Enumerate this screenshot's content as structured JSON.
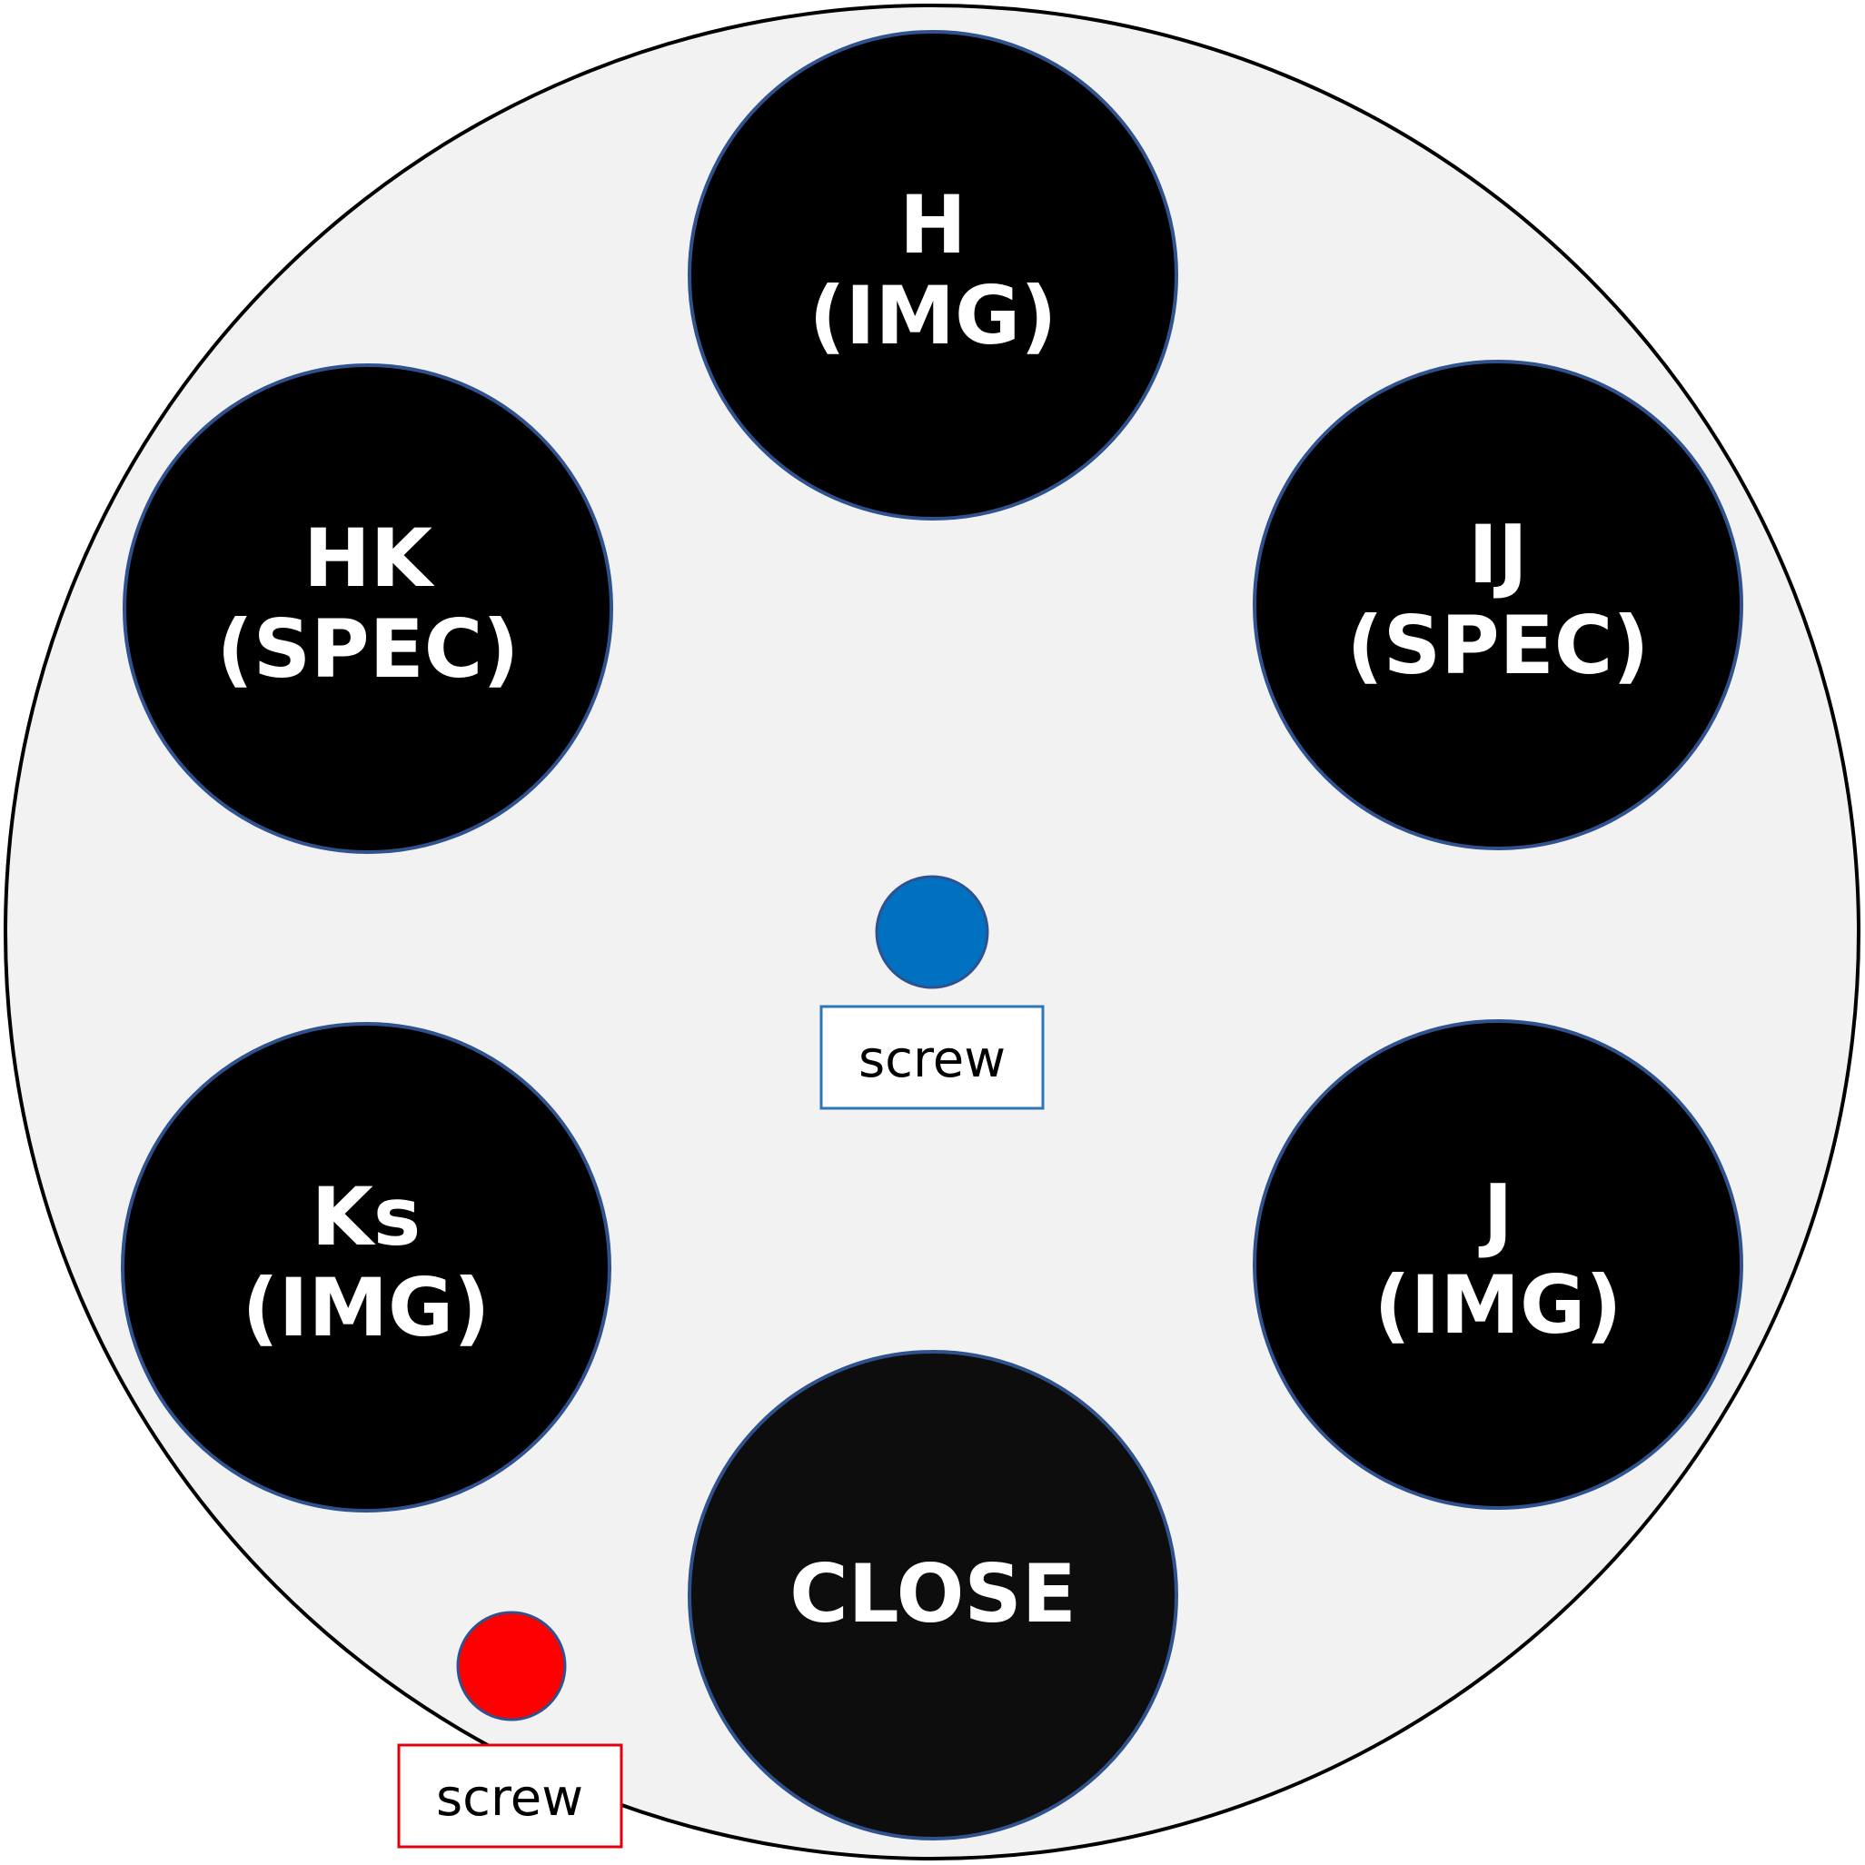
{
  "colors": {
    "wheel_fill": "#f2f2f2",
    "wheel_stroke": "#000000",
    "slot_fill": "#000000",
    "slot_stroke": "#2f528f",
    "center_screw_fill": "#0070c0",
    "edge_screw_fill": "#ff0000",
    "center_label_border": "#2e75b6",
    "edge_label_border": "#e3000f"
  },
  "slots": [
    {
      "id": "h",
      "line1": "H",
      "line2": "(IMG)"
    },
    {
      "id": "ij",
      "line1": "IJ",
      "line2": "(SPEC)"
    },
    {
      "id": "j",
      "line1": "J",
      "line2": "(IMG)"
    },
    {
      "id": "close",
      "line1": "CLOSE",
      "line2": ""
    },
    {
      "id": "ks",
      "line1": "Ks",
      "line2": "(IMG)"
    },
    {
      "id": "hk",
      "line1": "HK",
      "line2": "(SPEC)"
    }
  ],
  "screws": {
    "center": {
      "label": "screw",
      "icon": "blue-screw-icon"
    },
    "edge": {
      "label": "screw",
      "icon": "red-screw-icon"
    }
  }
}
